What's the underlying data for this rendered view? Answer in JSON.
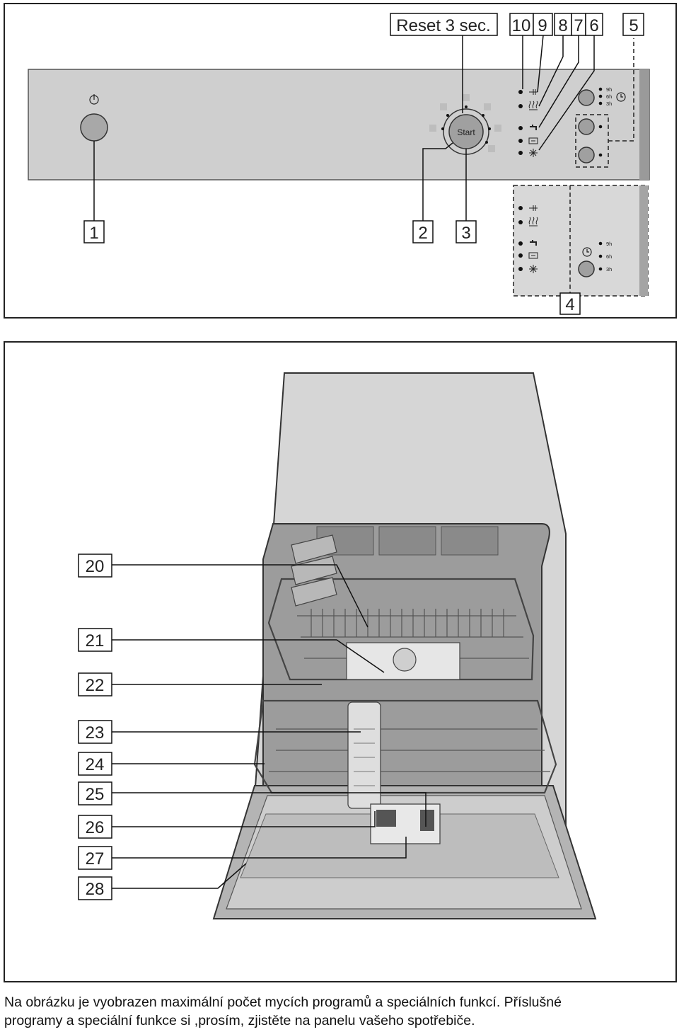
{
  "panel": {
    "reset_label": "Reset 3 sec.",
    "start_label": "Start",
    "timer_hours": [
      "9h",
      "6h",
      "3h"
    ],
    "callouts": [
      "1",
      "2",
      "3",
      "4",
      "5",
      "6",
      "7",
      "8",
      "9",
      "10"
    ]
  },
  "machine": {
    "callouts": [
      "20",
      "21",
      "22",
      "23",
      "24",
      "25",
      "26",
      "27",
      "28"
    ]
  },
  "caption": {
    "line1": "Na obrázku je vyobrazen maximální počet mycích programů a speciálních funkcí. Příslušné",
    "line2": "programy a speciální funkce si ,prosím, zjistěte na panelu vašeho spotřebiče."
  },
  "icons": [
    "power-icon",
    "thermometer-icon",
    "rinse-aid-icon",
    "tap-icon",
    "salt-icon",
    "sparkle-icon",
    "clock-icon"
  ]
}
